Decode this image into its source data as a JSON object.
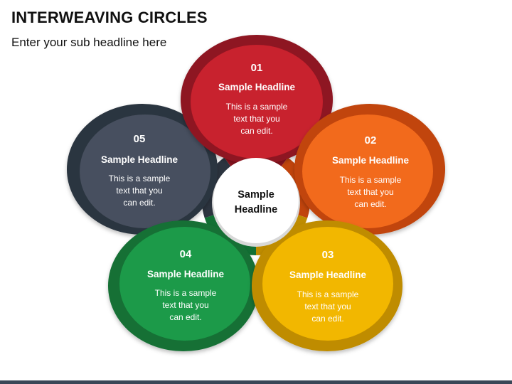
{
  "title": "INTERWEAVING CIRCLES",
  "subtitle": "Enter your sub headline here",
  "center": {
    "line1": "Sample",
    "line2": "Headline"
  },
  "items": [
    {
      "number": "01",
      "headline": "Sample Headline",
      "line1": "This is a sample",
      "line2": "text that you",
      "line3": "can edit.",
      "color": "#c8202d",
      "dark": "#8e1420"
    },
    {
      "number": "02",
      "headline": "Sample Headline",
      "line1": "This is a sample",
      "line2": "text that you",
      "line3": "can edit.",
      "color": "#f26b1d",
      "dark": "#c1440c"
    },
    {
      "number": "03",
      "headline": "Sample Headline",
      "line1": "This is a sample",
      "line2": "text that you",
      "line3": "can edit.",
      "color": "#f2b705",
      "dark": "#bf8c00"
    },
    {
      "number": "04",
      "headline": "Sample Headline",
      "line1": "This is a sample",
      "line2": "text that you",
      "line3": "can edit.",
      "color": "#1c9a4a",
      "dark": "#127034"
    },
    {
      "number": "05",
      "headline": "Sample Headline",
      "line1": "This is a sample",
      "line2": "text that you",
      "line3": "can edit.",
      "color": "#46505e",
      "dark": "#2c343f"
    }
  ]
}
